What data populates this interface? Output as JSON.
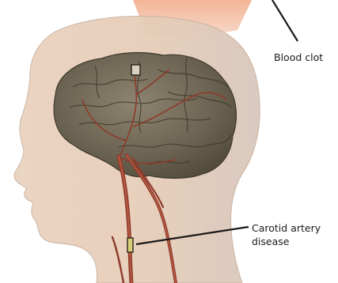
{
  "labels": {
    "blood_clot": "Blood clot",
    "carotid_line1": "Carotid artery",
    "carotid_line2": "disease"
  },
  "colors": {
    "background": "#ffffff",
    "skin": "#e8cdb6",
    "brain": "#6f6655",
    "artery": "#8e3a2a",
    "clot_flare": "#f0a888",
    "leader_line": "#1a1a1a"
  }
}
